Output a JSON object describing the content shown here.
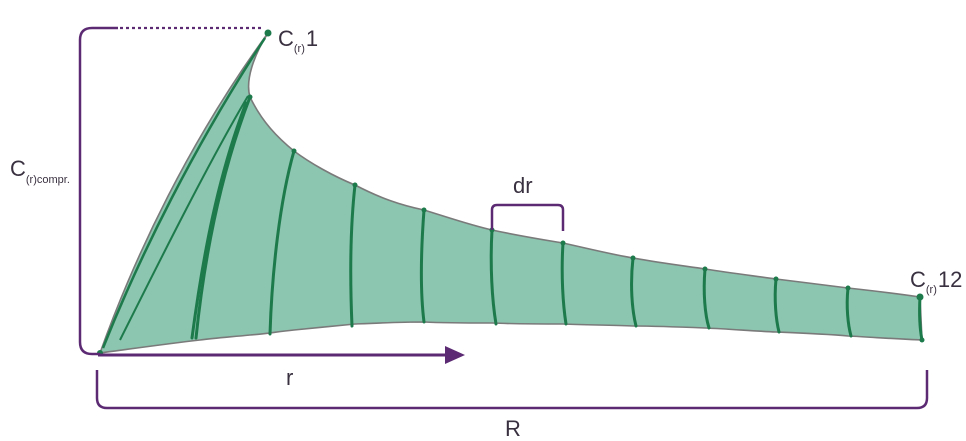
{
  "labels": {
    "c1": {
      "main": "C",
      "sub": "(r)",
      "suffix": "1"
    },
    "c12": {
      "main": "C",
      "sub": "(r)",
      "suffix": "12"
    },
    "compr": {
      "main": "C",
      "sub": "(r)compr."
    },
    "dr": "dr",
    "r": "r",
    "R": "R"
  },
  "colors": {
    "blade_fill": "#8cc5b0",
    "blade_edge": "#1d7a4b",
    "bracket": "#5b2a72",
    "outline": "#7a7a7a",
    "text": "#3a3140"
  }
}
